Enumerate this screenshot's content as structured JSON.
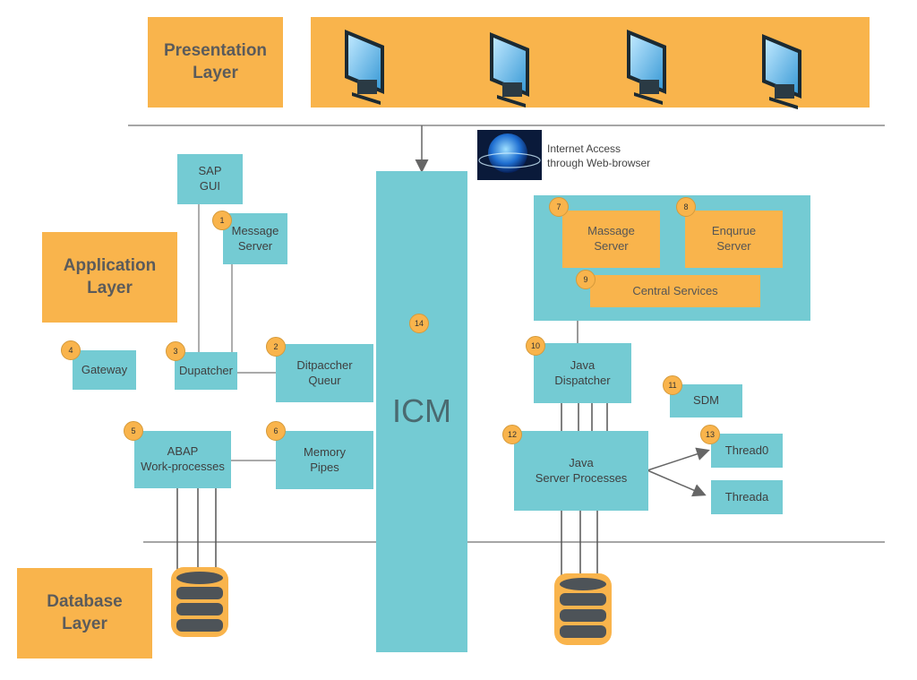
{
  "layers": {
    "presentation": "Presentation\nLayer",
    "application": "Application\nLayer",
    "database": "Database\nLayer"
  },
  "internet": {
    "label": "Internet Access\nthrough Web-browser",
    "icon": "globe-icon"
  },
  "icm": "ICM",
  "nodes": {
    "sap_gui": "SAP\nGUI",
    "message_server": "Message\nServer",
    "gateway": "Gateway",
    "dispatcher": "Dupatcher",
    "dispatcher_queue": "Ditpaccher\nQueur",
    "abap": "ABAP\nWork-processes",
    "memory_pipes": "Memory\nPipes",
    "massage_server": "Massage\nServer",
    "enqueue_server": "Enqurue\nServer",
    "central_services": "Central Services",
    "java_dispatcher": "Java\nDispatcher",
    "sdm": "SDM",
    "java_server": "Java\nServer Processes",
    "thread0": "Thread0",
    "threada": "Threada"
  },
  "badges": [
    "1",
    "2",
    "3",
    "4",
    "5",
    "6",
    "7",
    "8",
    "9",
    "10",
    "11",
    "12",
    "13",
    "14"
  ],
  "colors": {
    "orange": "#F9B44C",
    "teal": "#74CBD3"
  }
}
